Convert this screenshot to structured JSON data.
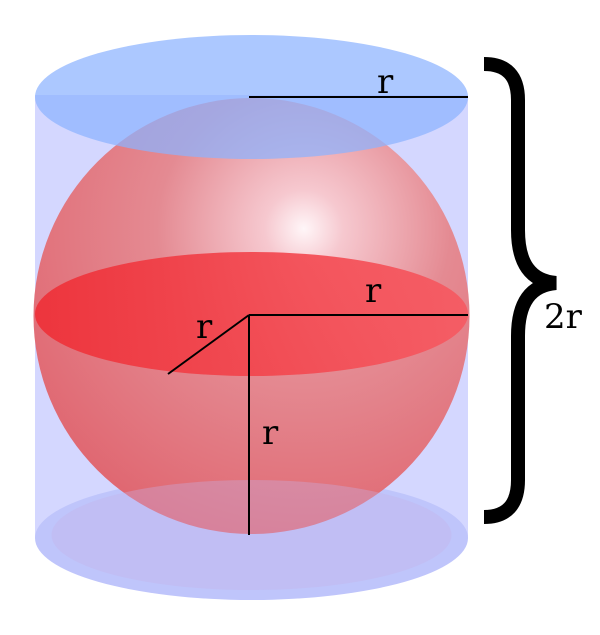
{
  "labels": {
    "top_radius": "r",
    "equator_radius": "r",
    "slant_radius": "r",
    "vertical_radius": "r",
    "height": "2r"
  },
  "colors": {
    "cylinder_fill": "#cfd3ff",
    "cylinder_cap": "#a8c4ff",
    "sphere": "#e0606a",
    "equator_disc": "#f0343c",
    "bottom_cap": "#c0c6ff",
    "brace": "#000000"
  }
}
